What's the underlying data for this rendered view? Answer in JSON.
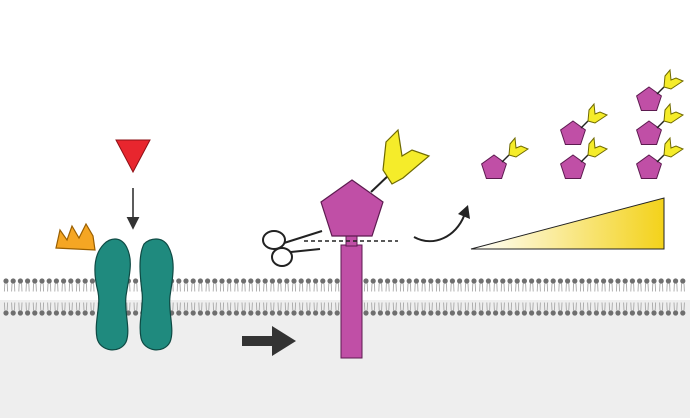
{
  "colors": {
    "background": "#ffffff",
    "cytoplasm": "#eeeeee",
    "lipid_head": "#6f6f6f",
    "lipid_tail": "#a8a8a8",
    "receptor": "#1f8a7e",
    "ligand": "#e8262e",
    "cofactor": "#f5a623",
    "substrate": "#c04fa6",
    "antibody": "#f5ec2a",
    "arrow": "#333333",
    "gradient_start": "#ffffff",
    "gradient_end": "#f3d21a"
  },
  "icons": {
    "ligand": "triangle-down-icon",
    "cofactor": "crown-icon",
    "receptor": "channel-receptor-icon",
    "cleavage": "scissors-icon",
    "released_fragment": "pentagon-with-y-icon",
    "gradient": "increasing-wedge-icon"
  },
  "released_columns": [
    1,
    2,
    3
  ]
}
